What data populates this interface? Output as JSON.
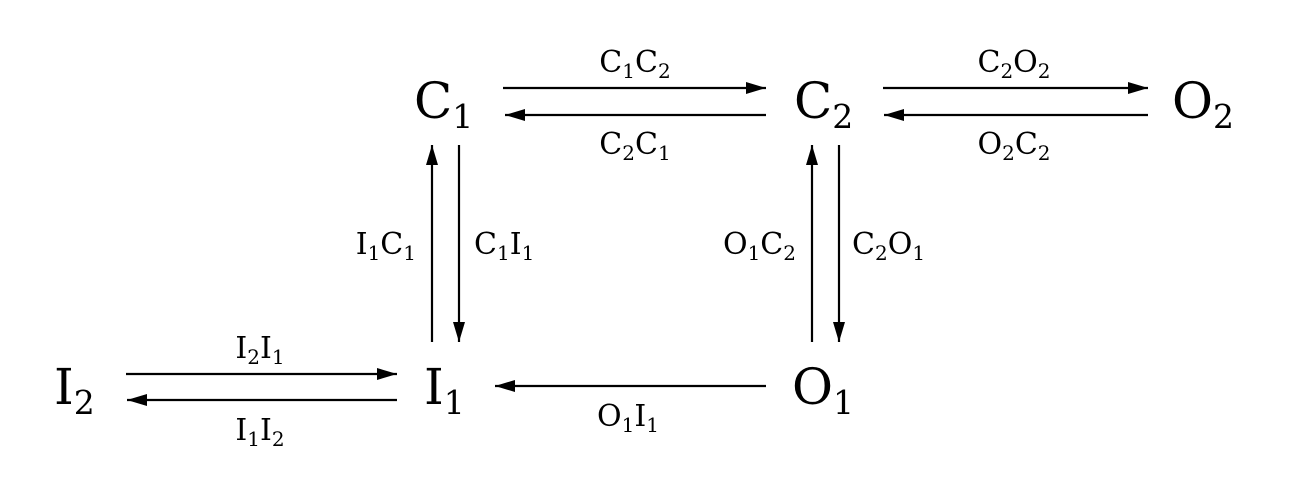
{
  "states": {
    "C1": {
      "base": "C",
      "sub": "1"
    },
    "C2": {
      "base": "C",
      "sub": "2"
    },
    "O2": {
      "base": "O",
      "sub": "2"
    },
    "I1": {
      "base": "I",
      "sub": "1"
    },
    "I2": {
      "base": "I",
      "sub": "2"
    },
    "O1": {
      "base": "O",
      "sub": "1"
    }
  },
  "rates": {
    "C1C2": {
      "parts": [
        {
          "b": "C",
          "s": "1"
        },
        {
          "b": "C",
          "s": "2"
        }
      ]
    },
    "C2C1": {
      "parts": [
        {
          "b": "C",
          "s": "2"
        },
        {
          "b": "C",
          "s": "1"
        }
      ]
    },
    "C2O2": {
      "parts": [
        {
          "b": "C",
          "s": "2"
        },
        {
          "b": "O",
          "s": "2"
        }
      ]
    },
    "O2C2": {
      "parts": [
        {
          "b": "O",
          "s": "2"
        },
        {
          "b": "C",
          "s": "2"
        }
      ]
    },
    "I1C1": {
      "parts": [
        {
          "b": "I",
          "s": "1"
        },
        {
          "b": "C",
          "s": "1"
        }
      ]
    },
    "C1I1": {
      "parts": [
        {
          "b": "C",
          "s": "1"
        },
        {
          "b": "I",
          "s": "1"
        }
      ]
    },
    "O1C2": {
      "parts": [
        {
          "b": "O",
          "s": "1"
        },
        {
          "b": "C",
          "s": "2"
        }
      ]
    },
    "C2O1": {
      "parts": [
        {
          "b": "C",
          "s": "2"
        },
        {
          "b": "O",
          "s": "1"
        }
      ]
    },
    "I2I1": {
      "parts": [
        {
          "b": "I",
          "s": "2"
        },
        {
          "b": "I",
          "s": "1"
        }
      ]
    },
    "I1I2": {
      "parts": [
        {
          "b": "I",
          "s": "1"
        },
        {
          "b": "I",
          "s": "2"
        }
      ]
    },
    "O1I1": {
      "parts": [
        {
          "b": "O",
          "s": "1"
        },
        {
          "b": "I",
          "s": "1"
        }
      ]
    }
  },
  "colors": {
    "ink": "#000000",
    "background": "#ffffff"
  }
}
